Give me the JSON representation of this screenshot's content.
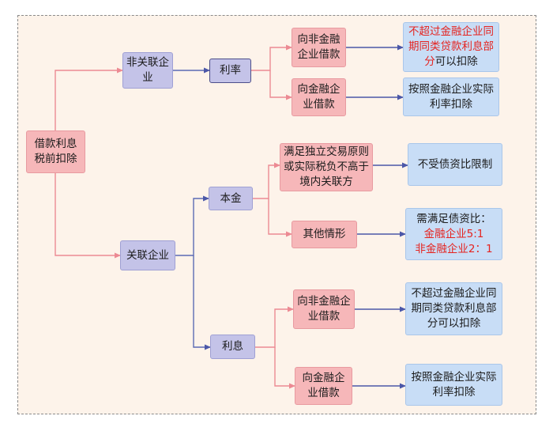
{
  "root": "借款利息税前扣除",
  "unrelated": {
    "label": "非关联企业",
    "rate_label": "利率",
    "nonfin": {
      "label": "向非金融企业借款",
      "result_red": "不超过金融企业同期同类贷款利息部分",
      "result_tail": "可以扣除"
    },
    "fin": {
      "label": "向金融企业借款",
      "result": "按照金融企业实际利率扣除"
    }
  },
  "related": {
    "label": "关联企业",
    "principal": {
      "label": "本金",
      "arms_length": {
        "label": "满足独立交易原则或实际税负不高于境内关联方",
        "result": "不受债资比限制"
      },
      "other": {
        "label": "其他情形",
        "result_title": "需满足债资比：",
        "result_fin": "金融企业5:1",
        "result_nonfin": "非金融企业2：1"
      }
    },
    "interest": {
      "label": "利息",
      "nonfin": {
        "label": "向非金融企业借款",
        "result": "不超过金融企业同期同类贷款利息部分可以扣除"
      },
      "fin": {
        "label": "向金融企业借款",
        "result": "按照金融企业实际利率扣除"
      }
    }
  },
  "colors": {
    "pink_edge": "#ec8a93",
    "blue_edge": "#5b6bb5",
    "frame_bg": "#fdf3ea"
  }
}
